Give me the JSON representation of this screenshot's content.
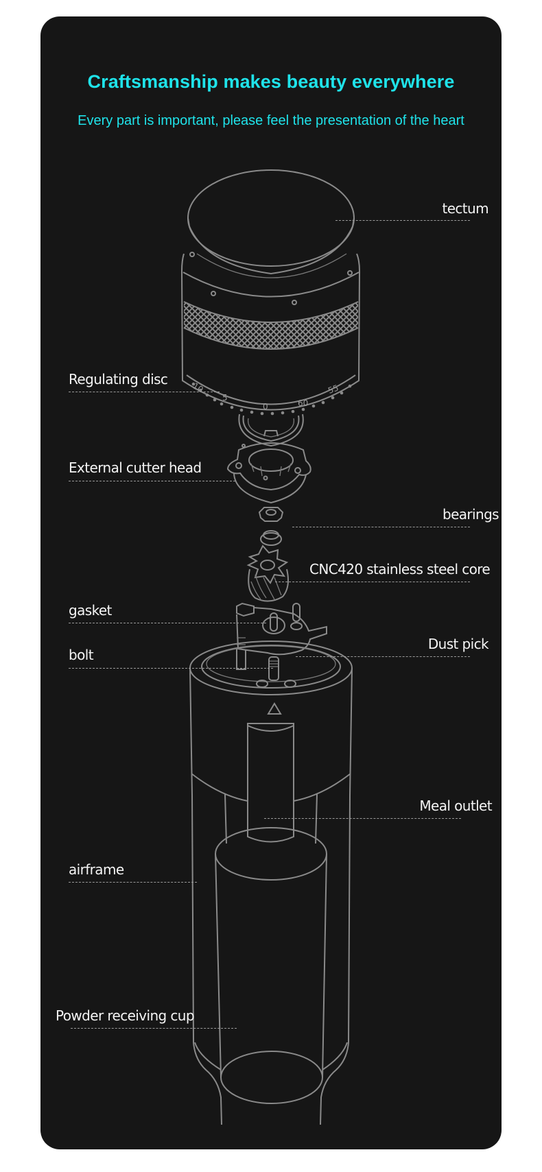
{
  "header": {
    "title": "Craftsmanship makes beauty everywhere",
    "subtitle": "Every part is important, please feel the presentation of the heart"
  },
  "colors": {
    "card_background": "#161616",
    "page_background": "#ffffff",
    "title_color": "#1fe3ea",
    "label_color": "#f4f4f4",
    "line_art_color": "#8a8a8a"
  },
  "illustration": {
    "subject": "exploded view of manual coffee grinder",
    "dial_numbers": [
      "10",
      "5",
      "0",
      "60",
      "55"
    ]
  },
  "parts": [
    {
      "id": "tectum",
      "label": "tectum",
      "side": "right"
    },
    {
      "id": "regulating-disc",
      "label": "Regulating disc",
      "side": "left"
    },
    {
      "id": "external-cutter-head",
      "label": "External cutter head",
      "side": "left"
    },
    {
      "id": "bearings",
      "label": "bearings",
      "side": "right"
    },
    {
      "id": "cnc420-core",
      "label": "CNC420 stainless steel core",
      "side": "right"
    },
    {
      "id": "gasket",
      "label": "gasket",
      "side": "left"
    },
    {
      "id": "bolt",
      "label": "bolt",
      "side": "left"
    },
    {
      "id": "dust-pick",
      "label": "Dust pick",
      "side": "right"
    },
    {
      "id": "meal-outlet",
      "label": "Meal outlet",
      "side": "right"
    },
    {
      "id": "airframe",
      "label": "airframe",
      "side": "left"
    },
    {
      "id": "powder-receiving-cup",
      "label": "Powder receiving cup",
      "side": "left"
    }
  ]
}
